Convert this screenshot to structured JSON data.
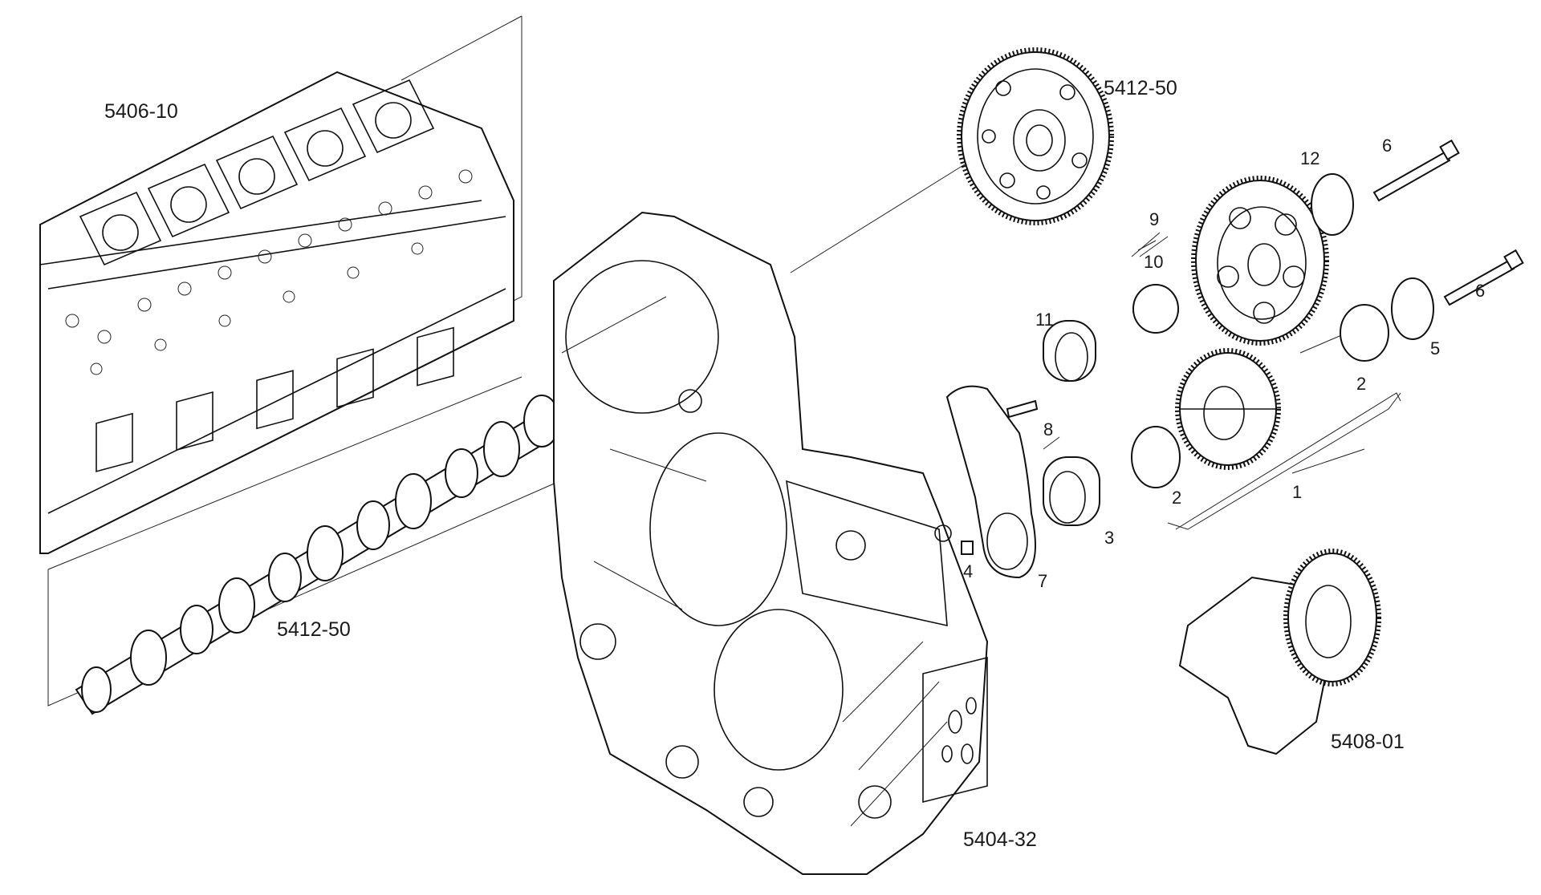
{
  "labels": {
    "cylinder_head": "5406-10",
    "camshaft_gear": "5412-50",
    "camshaft": "5412-50",
    "timing_housing": "5404-32",
    "crankshaft": "5408-01"
  },
  "callouts": [
    "1",
    "2",
    "2",
    "3",
    "4",
    "5",
    "6",
    "6",
    "7",
    "8",
    "9",
    "10",
    "11",
    "12"
  ]
}
